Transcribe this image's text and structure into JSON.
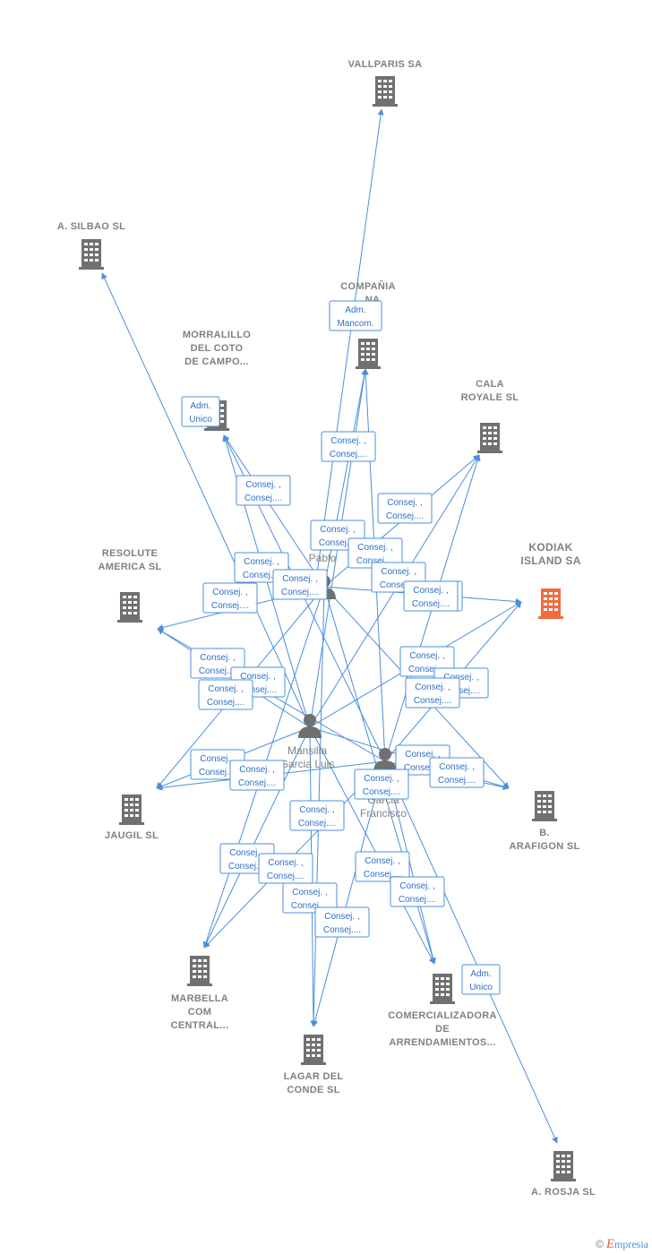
{
  "colors": {
    "line": "#4a8fdd",
    "building": "#707070",
    "highlight": "#f26c3e",
    "label": "#808080"
  },
  "companies": [
    {
      "id": "vallparis",
      "name": [
        "VALLPARIS SA"
      ]
    },
    {
      "id": "silbao",
      "name": [
        "A.  SILBAO  SL"
      ]
    },
    {
      "id": "compania",
      "name": [
        "COMPAÑIA",
        "...NA"
      ]
    },
    {
      "id": "morralillo",
      "name": [
        "MORRALILLO",
        "DEL COTO",
        "DE CAMPO..."
      ]
    },
    {
      "id": "cala",
      "name": [
        "CALA",
        "ROYALE  SL"
      ]
    },
    {
      "id": "kodiak",
      "name": [
        "KODIAK",
        "ISLAND SA"
      ],
      "highlight": true
    },
    {
      "id": "resolute",
      "name": [
        "RESOLUTE",
        "AMERICA SL"
      ]
    },
    {
      "id": "jaugil",
      "name": [
        "JAUGIL  SL"
      ]
    },
    {
      "id": "arafigon",
      "name": [
        "B.",
        "ARAFIGON  SL"
      ]
    },
    {
      "id": "marbella",
      "name": [
        "MARBELLA",
        "COM",
        "CENTRAL..."
      ]
    },
    {
      "id": "lagar",
      "name": [
        "LAGAR DEL",
        "CONDE  SL"
      ]
    },
    {
      "id": "comercializadora",
      "name": [
        "COMERCIALIZADORA",
        "DE",
        "ARRENDAMIENTOS..."
      ]
    },
    {
      "id": "rosja",
      "name": [
        "A.  ROSJA  SL"
      ]
    }
  ],
  "persons": [
    {
      "id": "pablo",
      "name": [
        "M...",
        "G...",
        "Pablo"
      ]
    },
    {
      "id": "mansilla",
      "name": [
        "Mansilla",
        "Garcia Luis"
      ]
    },
    {
      "id": "francisco",
      "name": [
        "...",
        "Garcia",
        "Francisco"
      ]
    }
  ],
  "relations": [
    {
      "id": "r1",
      "lines": [
        "Adm.",
        "Mancom."
      ]
    },
    {
      "id": "r2",
      "lines": [
        "Adm.",
        "Unico"
      ]
    },
    {
      "id": "r3",
      "lines": [
        "Consej. ,",
        "Consej...."
      ]
    },
    {
      "id": "r4",
      "lines": [
        "Consej. ,",
        "Consej...."
      ]
    },
    {
      "id": "r5",
      "lines": [
        "Consej. ,",
        "Consej...."
      ]
    },
    {
      "id": "r6",
      "lines": [
        "Consej. ,",
        "Consej...."
      ]
    },
    {
      "id": "r7",
      "lines": [
        "Consej. ,",
        "Consej...."
      ]
    },
    {
      "id": "r8",
      "lines": [
        "Consej. ,",
        "Consej...."
      ]
    },
    {
      "id": "r9",
      "lines": [
        "Consej. ,",
        "Consej...."
      ]
    },
    {
      "id": "r10",
      "lines": [
        "Consej. ,",
        "Consej...."
      ]
    },
    {
      "id": "r11",
      "lines": [
        "Consej. ,",
        "Consej...."
      ]
    },
    {
      "id": "r12",
      "lines": [
        "Consej. ,",
        "Consej...."
      ]
    },
    {
      "id": "r13",
      "lines": [
        "Consej. ,",
        "Consej...."
      ]
    },
    {
      "id": "r14",
      "lines": [
        "Consej. ,",
        "Consej...."
      ]
    },
    {
      "id": "r15",
      "lines": [
        "Consej. ,",
        "Consej...."
      ]
    },
    {
      "id": "r16",
      "lines": [
        "Consej. ,",
        "Consej...."
      ]
    },
    {
      "id": "r17",
      "lines": [
        "Consej. ,",
        "Consej...."
      ]
    },
    {
      "id": "r18",
      "lines": [
        "Consej. ,",
        "Consej...."
      ]
    },
    {
      "id": "r19",
      "lines": [
        "Consej. ,",
        "Consej...."
      ]
    },
    {
      "id": "r20",
      "lines": [
        "Consej. ,",
        "Consej...."
      ]
    },
    {
      "id": "r21",
      "lines": [
        "Consej. ,",
        "Consej...."
      ]
    },
    {
      "id": "r22",
      "lines": [
        "Consej. ,",
        "Consej...."
      ]
    },
    {
      "id": "r23",
      "lines": [
        "Consej. ,",
        "Consej...."
      ]
    },
    {
      "id": "r24",
      "lines": [
        "Consej. ,",
        "Consej...."
      ]
    },
    {
      "id": "r25",
      "lines": [
        "Consej. ,",
        "Consej...."
      ]
    },
    {
      "id": "r26",
      "lines": [
        "Consej. ,",
        "Consej...."
      ]
    },
    {
      "id": "r27",
      "lines": [
        "Consej. ,",
        "Consej...."
      ]
    },
    {
      "id": "r28",
      "lines": [
        "Consej. ,",
        "Consej...."
      ]
    },
    {
      "id": "r29",
      "lines": [
        "Consej. ,",
        "Consej...."
      ]
    },
    {
      "id": "r30",
      "lines": [
        "Consej. ,",
        "Consej...."
      ]
    },
    {
      "id": "r31",
      "lines": [
        "Consej. ,",
        "Consej...."
      ]
    },
    {
      "id": "r32",
      "lines": [
        "Adm.",
        "Unico"
      ]
    }
  ],
  "footer": {
    "copyright": "©",
    "brand_initial": "E",
    "brand_rest": "mpresia"
  }
}
